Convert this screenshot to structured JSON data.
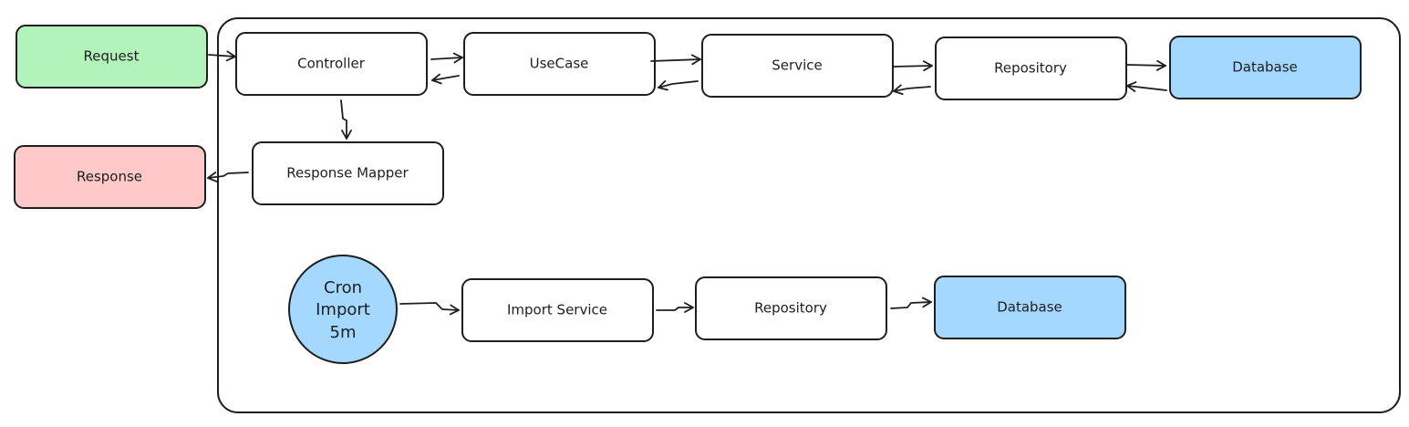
{
  "colors": {
    "request_fill": "#b2f2bb",
    "response_fill": "#ffc9c9",
    "database_fill": "#a5d8ff",
    "cron_fill": "#a5d8ff",
    "default_fill": "#ffffff",
    "stroke": "#1e1e1e"
  },
  "nodes": {
    "request": "Request",
    "response": "Response",
    "controller": "Controller",
    "usecase": "UseCase",
    "service": "Service",
    "repository_top": "Repository",
    "database_top": "Database",
    "response_mapper": "Response Mapper",
    "cron_line1": "Cron",
    "cron_line2": "Import",
    "cron_line3": "5m",
    "import_service": "Import Service",
    "repository_bottom": "Repository",
    "database_bottom": "Database"
  }
}
